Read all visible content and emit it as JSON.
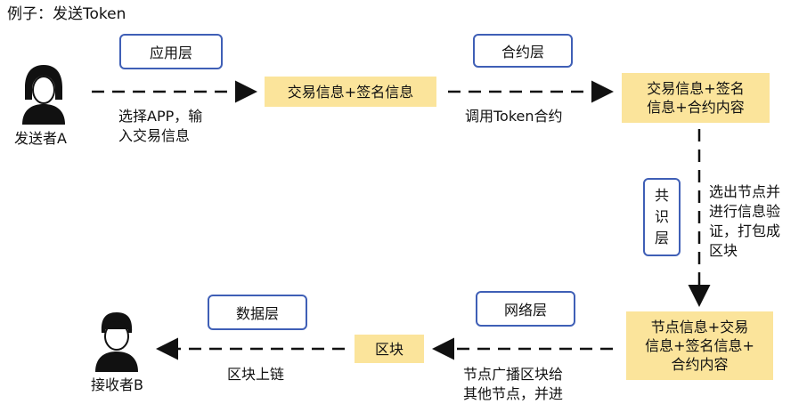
{
  "title": "例子：发送Token",
  "layers": {
    "app": "应用层",
    "contract": "合约层",
    "consensus": "共\n识\n层",
    "network": "网络层",
    "data": "数据层"
  },
  "boxes": {
    "tx_sign": "交易信息+签名信息",
    "tx_sign_contract": "交易信息+签名\n信息+合约内容",
    "node_tx_sign_contract": "节点信息+交易\n信息+签名信息+\n合约内容",
    "block": "区块"
  },
  "labels": {
    "choose_app": "选择APP，输\n入交易信息",
    "call_contract": "调用Token合约",
    "select_node": "选出节点并\n进行信息验\n证，打包成\n区块",
    "broadcast": "节点广播区块给\n其他节点，并进",
    "chain": "区块上链"
  },
  "actors": {
    "sender": "发送者A",
    "receiver": "接收者B"
  }
}
